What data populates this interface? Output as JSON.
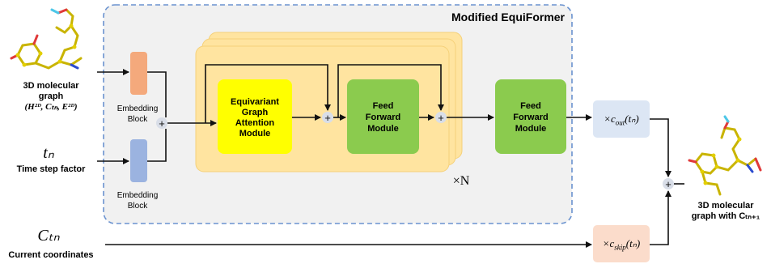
{
  "container": {
    "title": "Modified EquiFormer"
  },
  "inputs": {
    "graph": {
      "title_line1": "3D molecular",
      "title_line2": "graph",
      "formula": "(H²ᴰ, Cₜₙ, E²ᴰ)"
    },
    "time": {
      "symbol": "tₙ",
      "label": "Time step factor"
    },
    "coords": {
      "symbol": "Cₜₙ",
      "label": "Current coordinates"
    }
  },
  "embedding_blocks": [
    {
      "line1": "Embedding",
      "line2": "Block",
      "color": "#F4A97C"
    },
    {
      "line1": "Embedding",
      "line2": "Block",
      "color": "#9BB3E0"
    }
  ],
  "modules": {
    "attention": {
      "lines": [
        "Equivariant",
        "Graph",
        "Attention",
        "Module"
      ],
      "color": "#FFFF00"
    },
    "ffn_inner": {
      "lines": [
        "Feed",
        "Forward",
        "Module"
      ],
      "color": "#8BCB4E"
    },
    "ffn_outer": {
      "lines": [
        "Feed",
        "Forward",
        "Module"
      ],
      "color": "#8BCB4E"
    }
  },
  "stack": {
    "repeat_label": "×N",
    "color": "#FFE4A0"
  },
  "outputs": {
    "c_out": {
      "text": "×c",
      "sub": "out",
      "arg": "(tₙ)",
      "color": "#DCE6F4"
    },
    "c_skip": {
      "text": "×c",
      "sub": "skip",
      "arg": "(tₙ)",
      "color": "#FBDCCB"
    },
    "result": {
      "line1": "3D molecular",
      "line2": "graph with Cₜₙ₊₁"
    }
  },
  "symbols": {
    "plus": "+"
  }
}
